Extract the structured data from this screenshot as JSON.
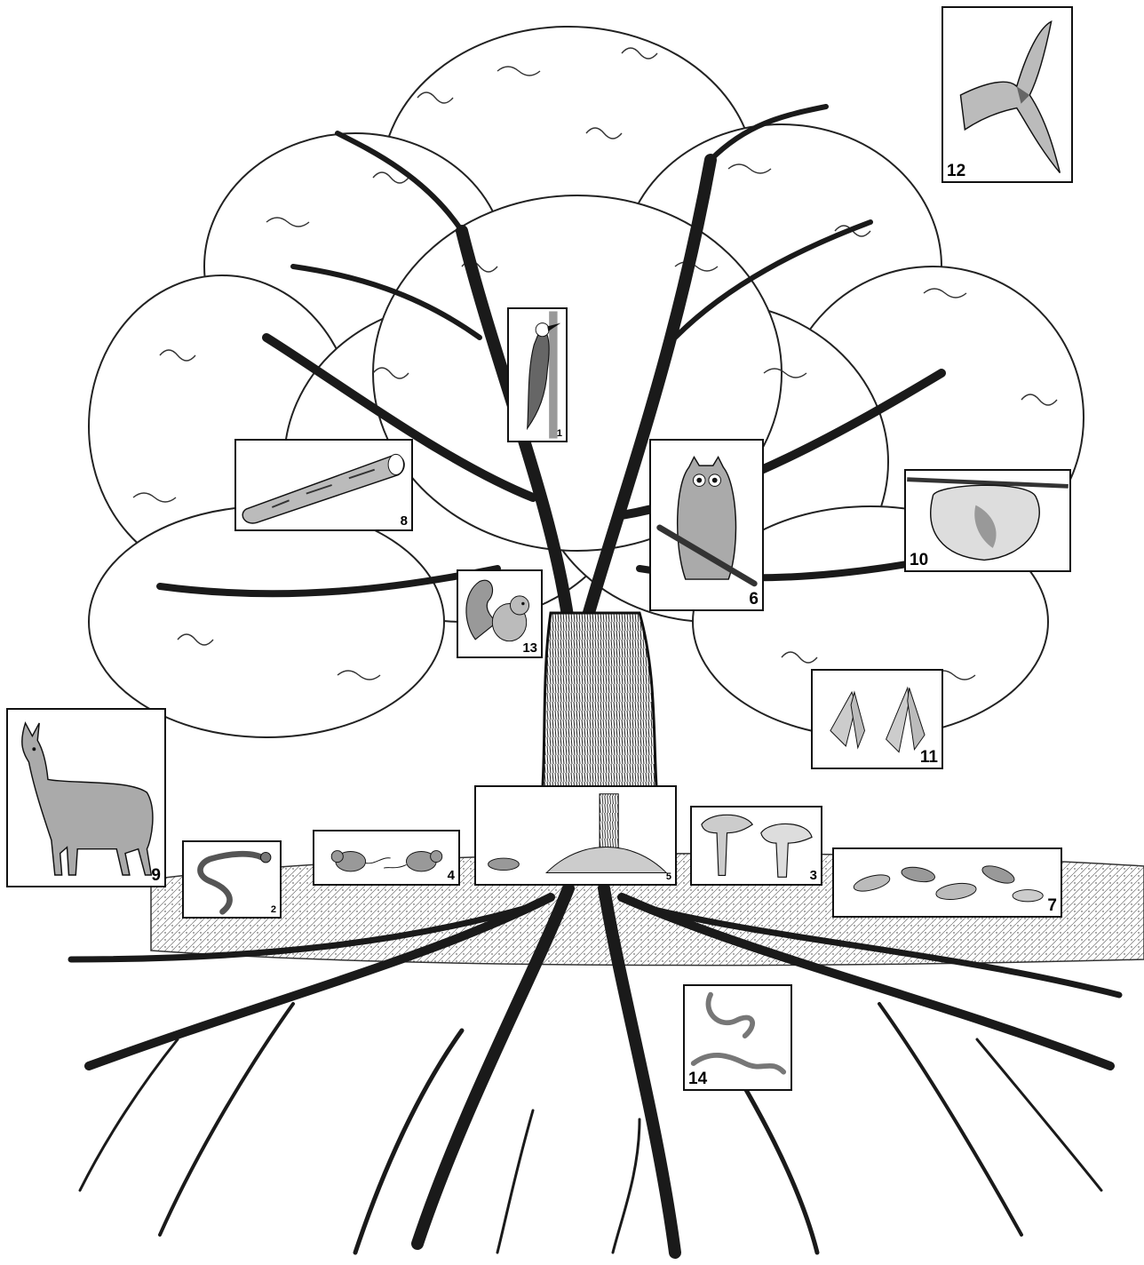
{
  "panels": [
    {
      "label": "1",
      "subject": "woodpecker-icon"
    },
    {
      "label": "2",
      "subject": "salamander-icon"
    },
    {
      "label": "3",
      "subject": "mushroom-icon"
    },
    {
      "label": "4",
      "subject": "mouse-icon"
    },
    {
      "label": "5",
      "subject": "forest-floor-litter-icon"
    },
    {
      "label": "6",
      "subject": "owl-icon"
    },
    {
      "label": "7",
      "subject": "leaf-litter-icon"
    },
    {
      "label": "8",
      "subject": "fallen-log-icon"
    },
    {
      "label": "9",
      "subject": "deer-icon"
    },
    {
      "label": "10",
      "subject": "wasp-nest-icon"
    },
    {
      "label": "11",
      "subject": "moth-icon"
    },
    {
      "label": "12",
      "subject": "hawk-icon"
    },
    {
      "label": "13",
      "subject": "squirrel-icon"
    },
    {
      "label": "14",
      "subject": "earthworm-icon"
    }
  ],
  "colors": {
    "ink": "#111111",
    "paper": "#ffffff",
    "shade": "#cfcfcf"
  }
}
